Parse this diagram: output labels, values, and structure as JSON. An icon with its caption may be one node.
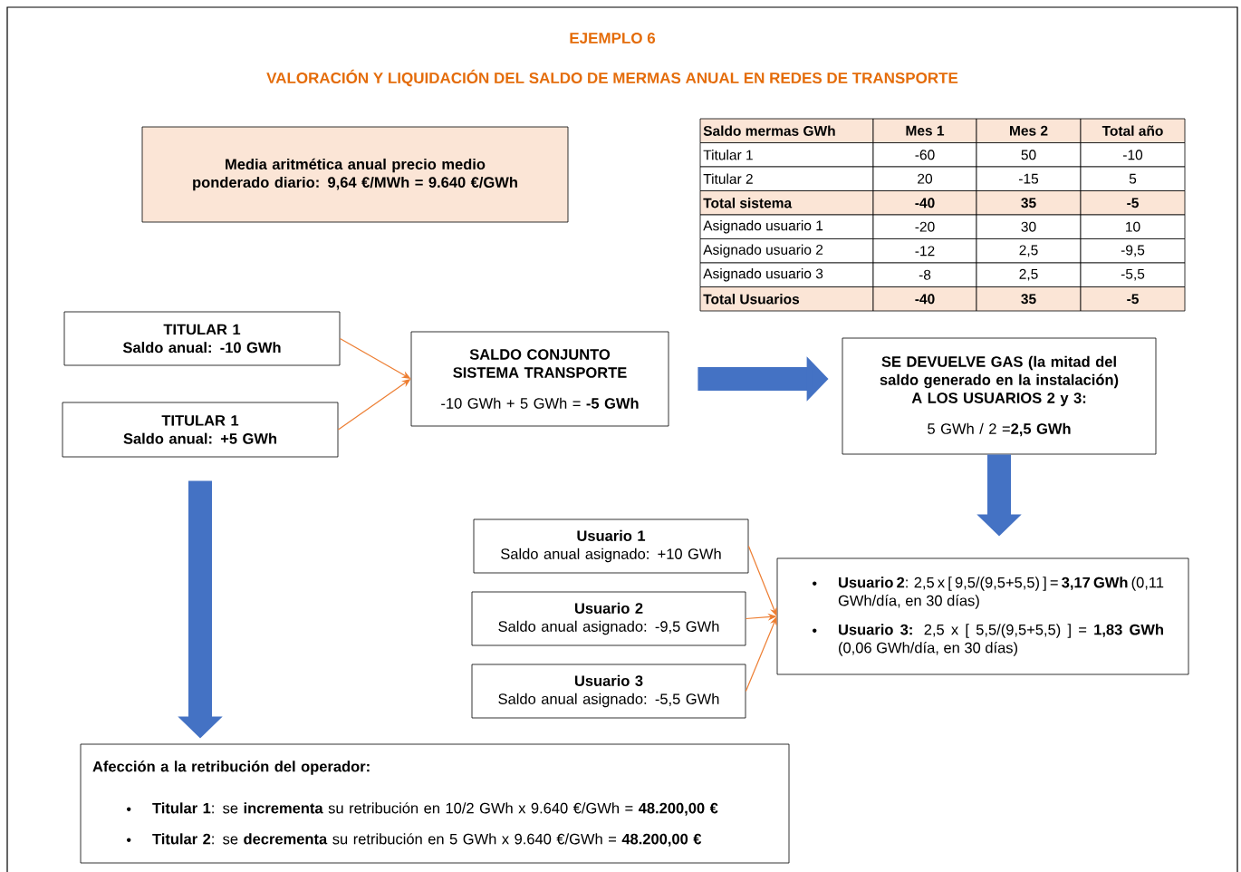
{
  "diagram": {
    "title": "EJEMPLO 6",
    "nodes": [
      {
        "text": [
          "Media aritmética anual precio medio ponderado diario: 9,64 €/MWh = 9.640 €/GWh"
        ]
      },
      {
        "text": [
          "TITULAR 1",
          "Saldo anual: -10 GWh"
        ]
      },
      {
        "text": [
          "TITULAR 1",
          "Saldo anual: +5 GWh"
        ]
      },
      {
        "text": [
          "SALDO CONJUNTO SISTEMA TRANSPORTE",
          "-10 GWh + 5 GWh = **-5 GWh**"
        ]
      },
      {
        "text": [
          "SE DEVUELVE GAS (la mitad del saldo generado en la instalación) A LOS USUARIOS 2 y 3:",
          "5 GWh / 2 =**2,5 GWh**"
        ]
      },
      {
        "text": [
          "Usuario 1",
          "Saldo anual asignado: +10 GWh"
        ]
      },
      {
        "text": [
          "Usuario 2",
          "Saldo anual asignado: -9,5 GWh"
        ]
      },
      {
        "text": [
          "Usuario 3",
          "Saldo anual asignado: -5,5 GWh"
        ]
      },
      {
        "text": [
          "**Usuario 2**: 2,5 x [ 9,5/(9,5+5,5) ] = **3,17 GWh** (0,11 GWh/día, en 30 días)",
          "**Usuario 3:** 2,5 x [ 5,5/(9,5+5,5) ] = **1,83 GWh** (0,06 GWh/día, en 30 días)"
        ]
      },
      {
        "text": [
          "Afección a la retribución del operador:",
          "**Titular 1**: se **incrementa** su retribución en 10/2 GWh x 9.640 €/GWh = **48.200,00 €**",
          "**Titular 2**: se **decrementa** su retribución en 5 GWh x 9.640 €/GWh = **48.200,00 €**"
        ]
      }
    ],
    "edges": [
      {
        "from": 1,
        "to": 3,
        "arrow": "to"
      },
      {
        "from": 2,
        "to": 3,
        "arrow": "to"
      },
      {
        "from": 3,
        "to": 4,
        "arrow": "to",
        "style": "thick",
        "color": "#4472c4"
      },
      {
        "from": 4,
        "to": 8,
        "arrow": "to",
        "style": "thick",
        "color": "#4472c4"
      },
      {
        "from": 5,
        "to": 8,
        "arrow": "to"
      },
      {
        "from": 6,
        "to": 8,
        "arrow": "to"
      },
      {
        "from": 7,
        "to": 8,
        "arrow": "to"
      },
      {
        "from": 2,
        "to": 9,
        "arrow": "to",
        "style": "thick",
        "color": "#4472c4"
      }
    ],
    "labels": [
      "VALORACIÓN Y LIQUIDACIÓN DEL SALDO DE MERMAS ANUAL EN REDES DE TRANSPORTE",
      "Saldo mermas GWh",
      "Mes 1",
      "Mes 2",
      "Total año",
      "Titular 1",
      "-60",
      "50",
      "-10",
      "Titular 2",
      "20",
      "-15",
      "5",
      "Total sistema",
      "-40",
      "35",
      "-5",
      "Asignado usuario 1",
      "-20",
      "30",
      "10",
      "Asignado usuario 2",
      "-12",
      "2,5",
      "-9,5",
      "Asignado usuario 3",
      "-8",
      "2,5",
      "-5,5",
      "Total Usuarios",
      "-40",
      "35",
      "-5"
    ]
  }
}
